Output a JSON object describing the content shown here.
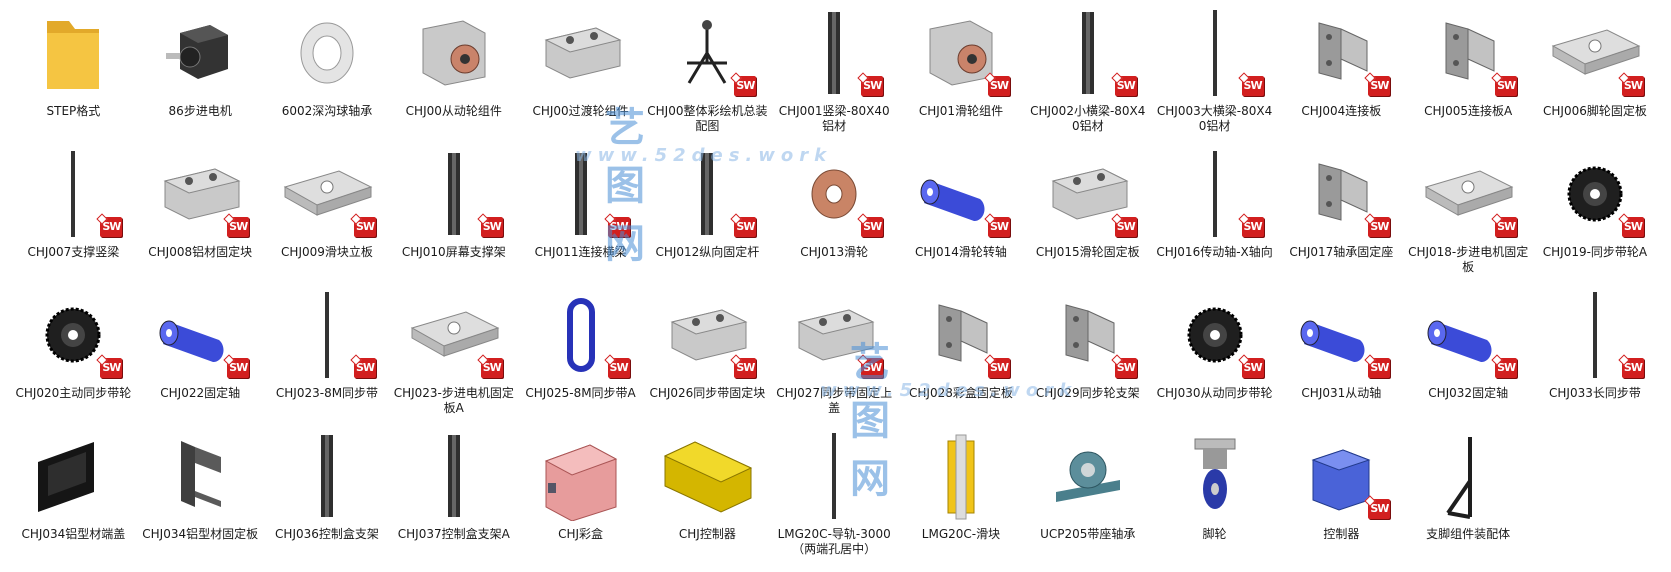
{
  "items": [
    {
      "label": "STEP格式",
      "kind": "folder",
      "sw": false
    },
    {
      "label": "86步进电机",
      "kind": "motor",
      "sw": false
    },
    {
      "label": "6002深沟球轴承",
      "kind": "bearing",
      "sw": false
    },
    {
      "label": "CHJ00从动轮组件",
      "kind": "block-wheel",
      "sw": false
    },
    {
      "label": "CHJ00过渡轮组件",
      "kind": "block",
      "sw": false
    },
    {
      "label": "CHJ00整体彩绘机总装配图",
      "kind": "frame",
      "sw": true
    },
    {
      "label": "CHJ001竖梁-80X40铝材",
      "kind": "extrusion",
      "sw": true
    },
    {
      "label": "CHJ01滑轮组件",
      "kind": "block-wheel",
      "sw": true
    },
    {
      "label": "CHJ002小横梁-80X40铝材",
      "kind": "extrusion",
      "sw": true
    },
    {
      "label": "CHJ003大横梁-80X40铝材",
      "kind": "rod",
      "sw": true
    },
    {
      "label": "CHJ004连接板",
      "kind": "bracket",
      "sw": true
    },
    {
      "label": "CHJ005连接板A",
      "kind": "bracket",
      "sw": true
    },
    {
      "label": "CHJ006脚轮固定板",
      "kind": "plate",
      "sw": true
    },
    {
      "label": "CHJ007支撑竖梁",
      "kind": "rod",
      "sw": true
    },
    {
      "label": "CHJ008铝材固定块",
      "kind": "block",
      "sw": true
    },
    {
      "label": "CHJ009滑块立板",
      "kind": "plate",
      "sw": true
    },
    {
      "label": "CHJ010屏幕支撑架",
      "kind": "extrusion",
      "sw": true
    },
    {
      "label": "CHJ011连接横梁",
      "kind": "extrusion",
      "sw": true
    },
    {
      "label": "CHJ012纵向固定杆",
      "kind": "extrusion",
      "sw": true
    },
    {
      "label": "CHJ013滑轮",
      "kind": "pulley",
      "sw": true
    },
    {
      "label": "CHJ014滑轮转轴",
      "kind": "cylinder",
      "sw": true
    },
    {
      "label": "CHJ015滑轮固定板",
      "kind": "block",
      "sw": true
    },
    {
      "label": "CHJ016传动轴-X轴向",
      "kind": "rod",
      "sw": true
    },
    {
      "label": "CHJ017轴承固定座",
      "kind": "bracket",
      "sw": true
    },
    {
      "label": "CHJ018-步进电机固定板",
      "kind": "plate",
      "sw": true
    },
    {
      "label": "CHJ019-同步带轮A",
      "kind": "gear",
      "sw": true
    },
    {
      "label": "CHJ020主动同步带轮",
      "kind": "gear",
      "sw": true
    },
    {
      "label": "CHJ022固定轴",
      "kind": "cylinder",
      "sw": true
    },
    {
      "label": "CHJ023-8M同步带",
      "kind": "rod",
      "sw": true
    },
    {
      "label": "CHJ023-步进电机固定板A",
      "kind": "plate",
      "sw": true
    },
    {
      "label": "CHJ025-8M同步带A",
      "kind": "belt",
      "sw": true
    },
    {
      "label": "CHJ026同步带固定块",
      "kind": "block",
      "sw": true
    },
    {
      "label": "CHJ027同步带固定上盖",
      "kind": "block",
      "sw": true
    },
    {
      "label": "CHJ028彩盒固定板",
      "kind": "bracket",
      "sw": true
    },
    {
      "label": "CHJ029同步轮支架",
      "kind": "bracket",
      "sw": true
    },
    {
      "label": "CHJ030从动同步带轮",
      "kind": "gear",
      "sw": true
    },
    {
      "label": "CHJ031从动轴",
      "kind": "cylinder",
      "sw": true
    },
    {
      "label": "CHJ032固定轴",
      "kind": "cylinder",
      "sw": true
    },
    {
      "label": "CHJ033长同步带",
      "kind": "rod",
      "sw": true
    },
    {
      "label": "CHJ034铝型材端盖",
      "kind": "endcap",
      "sw": false
    },
    {
      "label": "CHJ034铝型材固定板",
      "kind": "angle",
      "sw": false
    },
    {
      "label": "CHJ036控制盒支架",
      "kind": "extrusion",
      "sw": false
    },
    {
      "label": "CHJ037控制盒支架A",
      "kind": "extrusion",
      "sw": false
    },
    {
      "label": "CHJ彩盒",
      "kind": "pinkbox",
      "sw": false
    },
    {
      "label": "CHJ控制器",
      "kind": "yellowbox",
      "sw": false
    },
    {
      "label": "LMG20C-导轨-3000（两端孔居中）",
      "kind": "rod",
      "sw": false
    },
    {
      "label": "LMG20C-滑块",
      "kind": "slider",
      "sw": false
    },
    {
      "label": "UCP205带座轴承",
      "kind": "pillow",
      "sw": false
    },
    {
      "label": "脚轮",
      "kind": "caster",
      "sw": false
    },
    {
      "label": "控制器",
      "kind": "bluebox",
      "sw": true
    },
    {
      "label": "支脚组件装配体",
      "kind": "stand",
      "sw": false
    }
  ],
  "sw_badge": "SW",
  "watermark": {
    "title": "艺图网",
    "url": "www.52des.work"
  },
  "colors": {
    "folder": "#f5c542",
    "metal": "#c9c9c9",
    "dark": "#2a2a2a",
    "blue": "#3b4bd8",
    "copper": "#c98466",
    "sw_red": "#d21f1f"
  }
}
